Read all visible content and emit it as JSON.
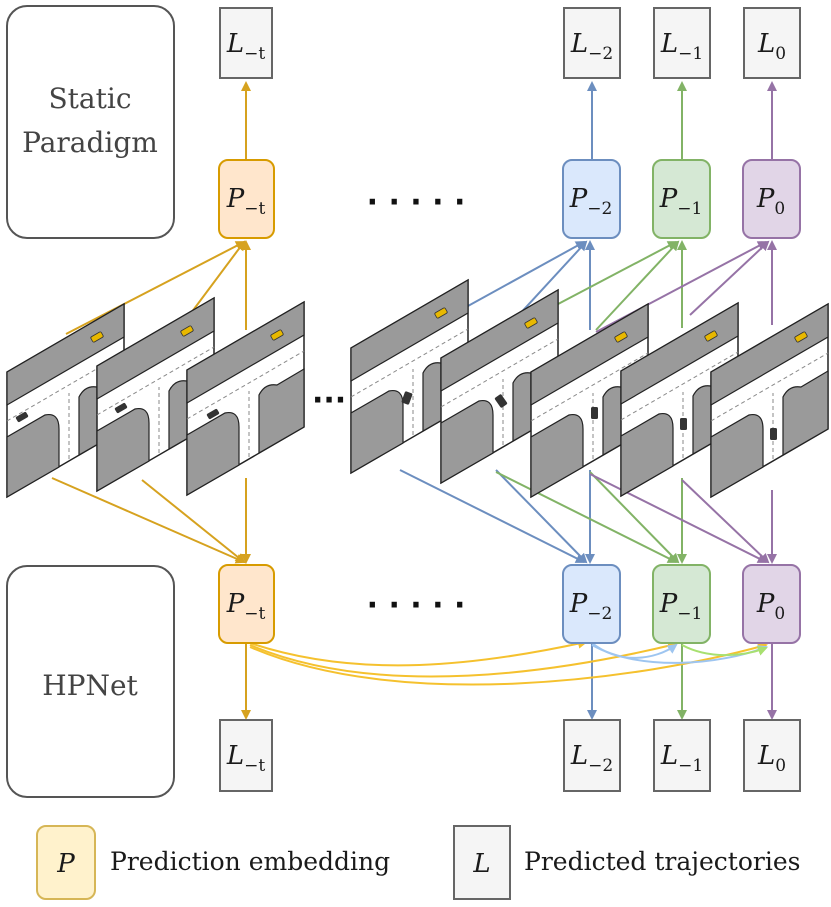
{
  "paradigms": {
    "static": {
      "line1": "Static",
      "line2": "Paradigm"
    },
    "hpnet": {
      "label": "HPNet"
    }
  },
  "ellipsis": {
    "dots": "· · · · ·",
    "frames": "···"
  },
  "top_row": {
    "predictions": [
      {
        "base": "P",
        "sub": "−t",
        "color": "orange"
      },
      {
        "base": "P",
        "sub": "−2",
        "color": "blue"
      },
      {
        "base": "P",
        "sub": "−1",
        "color": "green"
      },
      {
        "base": "P",
        "sub": "0",
        "color": "purple"
      }
    ],
    "trajectories": [
      {
        "base": "L",
        "sub": "−t"
      },
      {
        "base": "L",
        "sub": "−2"
      },
      {
        "base": "L",
        "sub": "−1"
      },
      {
        "base": "L",
        "sub": "0"
      }
    ]
  },
  "bottom_row": {
    "predictions": [
      {
        "base": "P",
        "sub": "−t",
        "color": "orange"
      },
      {
        "base": "P",
        "sub": "−2",
        "color": "blue"
      },
      {
        "base": "P",
        "sub": "−1",
        "color": "green"
      },
      {
        "base": "P",
        "sub": "0",
        "color": "purple"
      }
    ],
    "trajectories": [
      {
        "base": "L",
        "sub": "−t"
      },
      {
        "base": "L",
        "sub": "−2"
      },
      {
        "base": "L",
        "sub": "−1"
      },
      {
        "base": "L",
        "sub": "0"
      }
    ]
  },
  "legend": {
    "prediction": {
      "symbol": "P",
      "label": "Prediction embedding"
    },
    "trajectory": {
      "symbol": "L",
      "label": "Predicted trajectories"
    }
  },
  "colors": {
    "orange_fill": "#ffe6cc",
    "orange_stroke": "#d79b00",
    "orange_arrow": "#d6a21f",
    "blue_fill": "#dae8fc",
    "blue_stroke": "#6c8ebf",
    "blue_arrow": "#6c8ebf",
    "green_fill": "#d5e8d4",
    "green_stroke": "#82b366",
    "green_arrow": "#82b366",
    "purple_fill": "#e1d5e7",
    "purple_stroke": "#9673a6",
    "purple_arrow": "#9673a6",
    "l_fill": "#f5f5f5",
    "l_stroke": "#666666",
    "legend_p_fill": "#fff2cc",
    "legend_p_stroke": "#d6b656",
    "hp_yellow": "#f5c12e",
    "hp_lightblue": "#9ec5f0",
    "hp_lightgreen": "#a8e070"
  }
}
